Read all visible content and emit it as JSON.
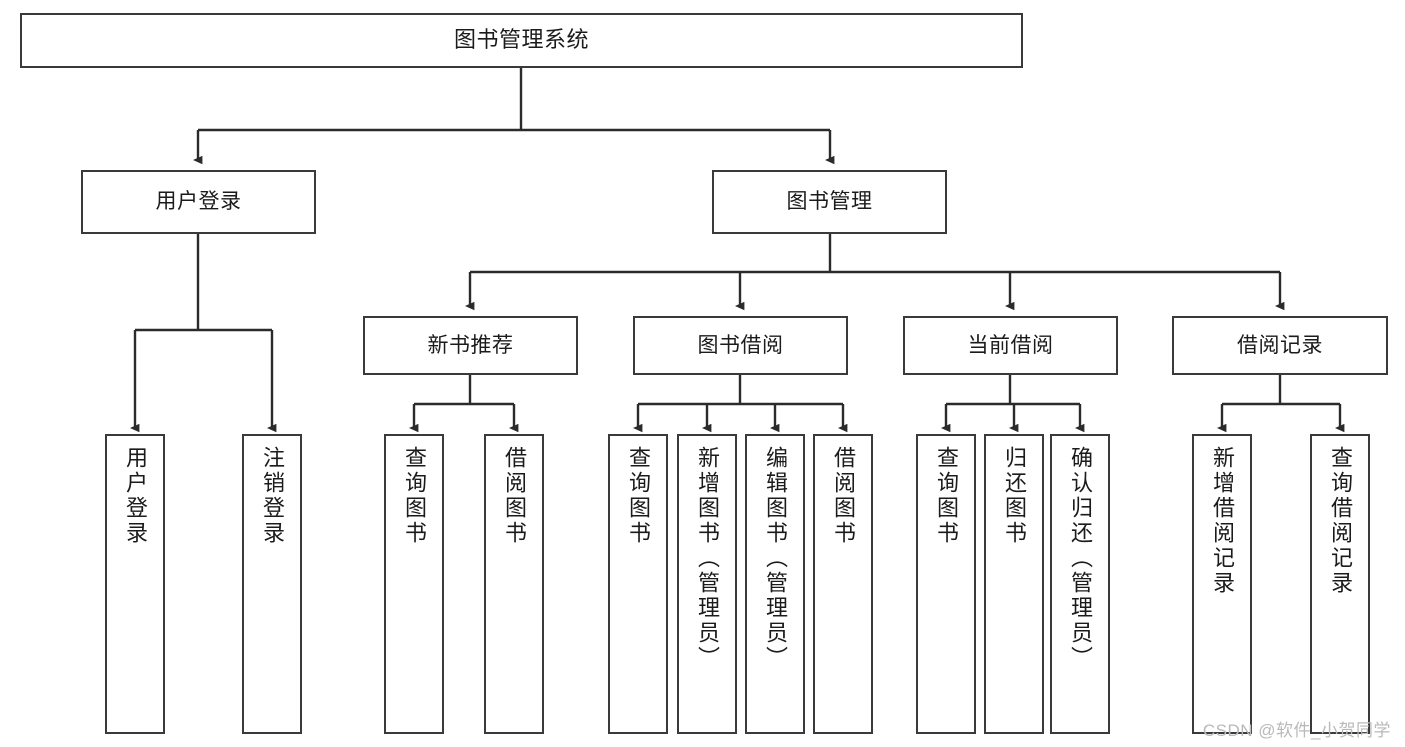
{
  "diagram": {
    "type": "tree",
    "title": "图书管理系统",
    "watermark": "CSDN @软件_小贺同学",
    "colors": {
      "box_border": "#3a3a3a",
      "box_fill": "#ffffff",
      "connector": "#2b2b2b",
      "text": "#1b1b1b",
      "watermark": "#b9b9b9"
    },
    "nodes": {
      "root": {
        "label": "图书管理系统"
      },
      "level2": [
        {
          "id": "user-login",
          "label": "用户登录"
        },
        {
          "id": "book-manage",
          "label": "图书管理"
        }
      ],
      "level3": [
        {
          "id": "new-book-recommend",
          "label": "新书推荐"
        },
        {
          "id": "book-borrow",
          "label": "图书借阅"
        },
        {
          "id": "current-borrow",
          "label": "当前借阅"
        },
        {
          "id": "borrow-record",
          "label": "借阅记录"
        }
      ],
      "leaves": {
        "user_login": [
          {
            "id": "leaf-user-login",
            "label": "用户登录"
          },
          {
            "id": "leaf-logout-login",
            "label": "注销登录"
          }
        ],
        "new_book_recommend": [
          {
            "id": "leaf-query-book-1",
            "label": "查询图书"
          },
          {
            "id": "leaf-borrow-book-1",
            "label": "借阅图书"
          }
        ],
        "book_borrow": [
          {
            "id": "leaf-query-book-2",
            "label": "查询图书"
          },
          {
            "id": "leaf-add-book",
            "label": "新增图书（管理员）"
          },
          {
            "id": "leaf-edit-book",
            "label": "编辑图书（管理员）"
          },
          {
            "id": "leaf-borrow-book-2",
            "label": "借阅图书"
          }
        ],
        "current_borrow": [
          {
            "id": "leaf-query-book-3",
            "label": "查询图书"
          },
          {
            "id": "leaf-return-book",
            "label": "归还图书"
          },
          {
            "id": "leaf-confirm-return",
            "label": "确认归还（管理员）"
          }
        ],
        "borrow_record": [
          {
            "id": "leaf-add-borrow-record",
            "label": "新增借阅记录"
          },
          {
            "id": "leaf-query-borrow-record",
            "label": "查询借阅记录"
          }
        ]
      }
    }
  }
}
